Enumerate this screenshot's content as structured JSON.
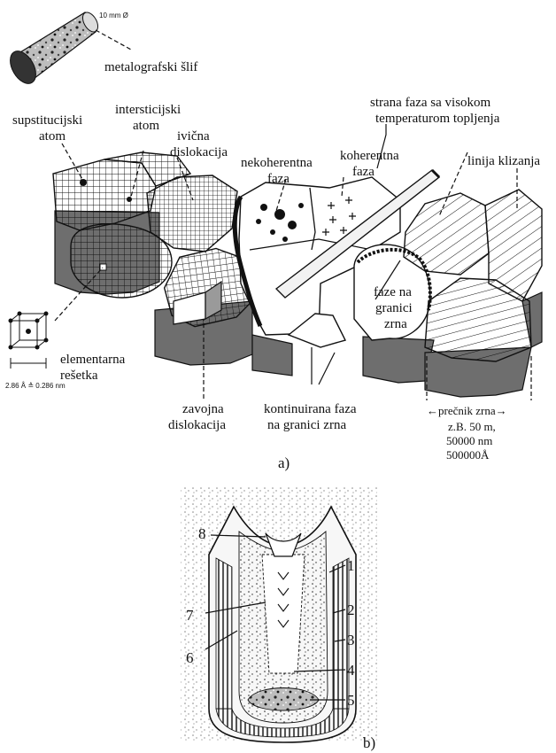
{
  "specimen": {
    "scale": "10 mm Ø",
    "label": "metalografski šlif"
  },
  "part_a": {
    "caption": "a)",
    "labels": {
      "substitution": "supstitucijski atom",
      "interstitial": "intersticijski atom",
      "edge_dislocation": "ivična dislokacija",
      "incoherent": "nekoherentna faza",
      "coherent": "koherentna faza",
      "foreign_phase_1": "strana faza sa visokom",
      "foreign_phase_2": "temperaturom topljenja",
      "slip_line": "linija klizanja",
      "boundary_phases_1": "faze na",
      "boundary_phases_2": "granici",
      "boundary_phases_3": "zrna",
      "unit_cell_1": "elementarna",
      "unit_cell_2": "rešetka",
      "lattice_size": "2.86 Å ≙ 0.286 nm",
      "screw_dislocation_1": "zavojna",
      "screw_dislocation_2": "dislokacija",
      "continuous_phase_1": "kontinuirana faza",
      "continuous_phase_2": "na granici zrna",
      "grain_diameter": "←prečnik zrna→",
      "example_1": "z.B. 50 m,",
      "example_2": "50000 nm",
      "example_3": "500000Å"
    }
  },
  "part_b": {
    "caption": "b)",
    "numbers": [
      "1",
      "2",
      "3",
      "4",
      "5",
      "6",
      "7",
      "8"
    ]
  }
}
